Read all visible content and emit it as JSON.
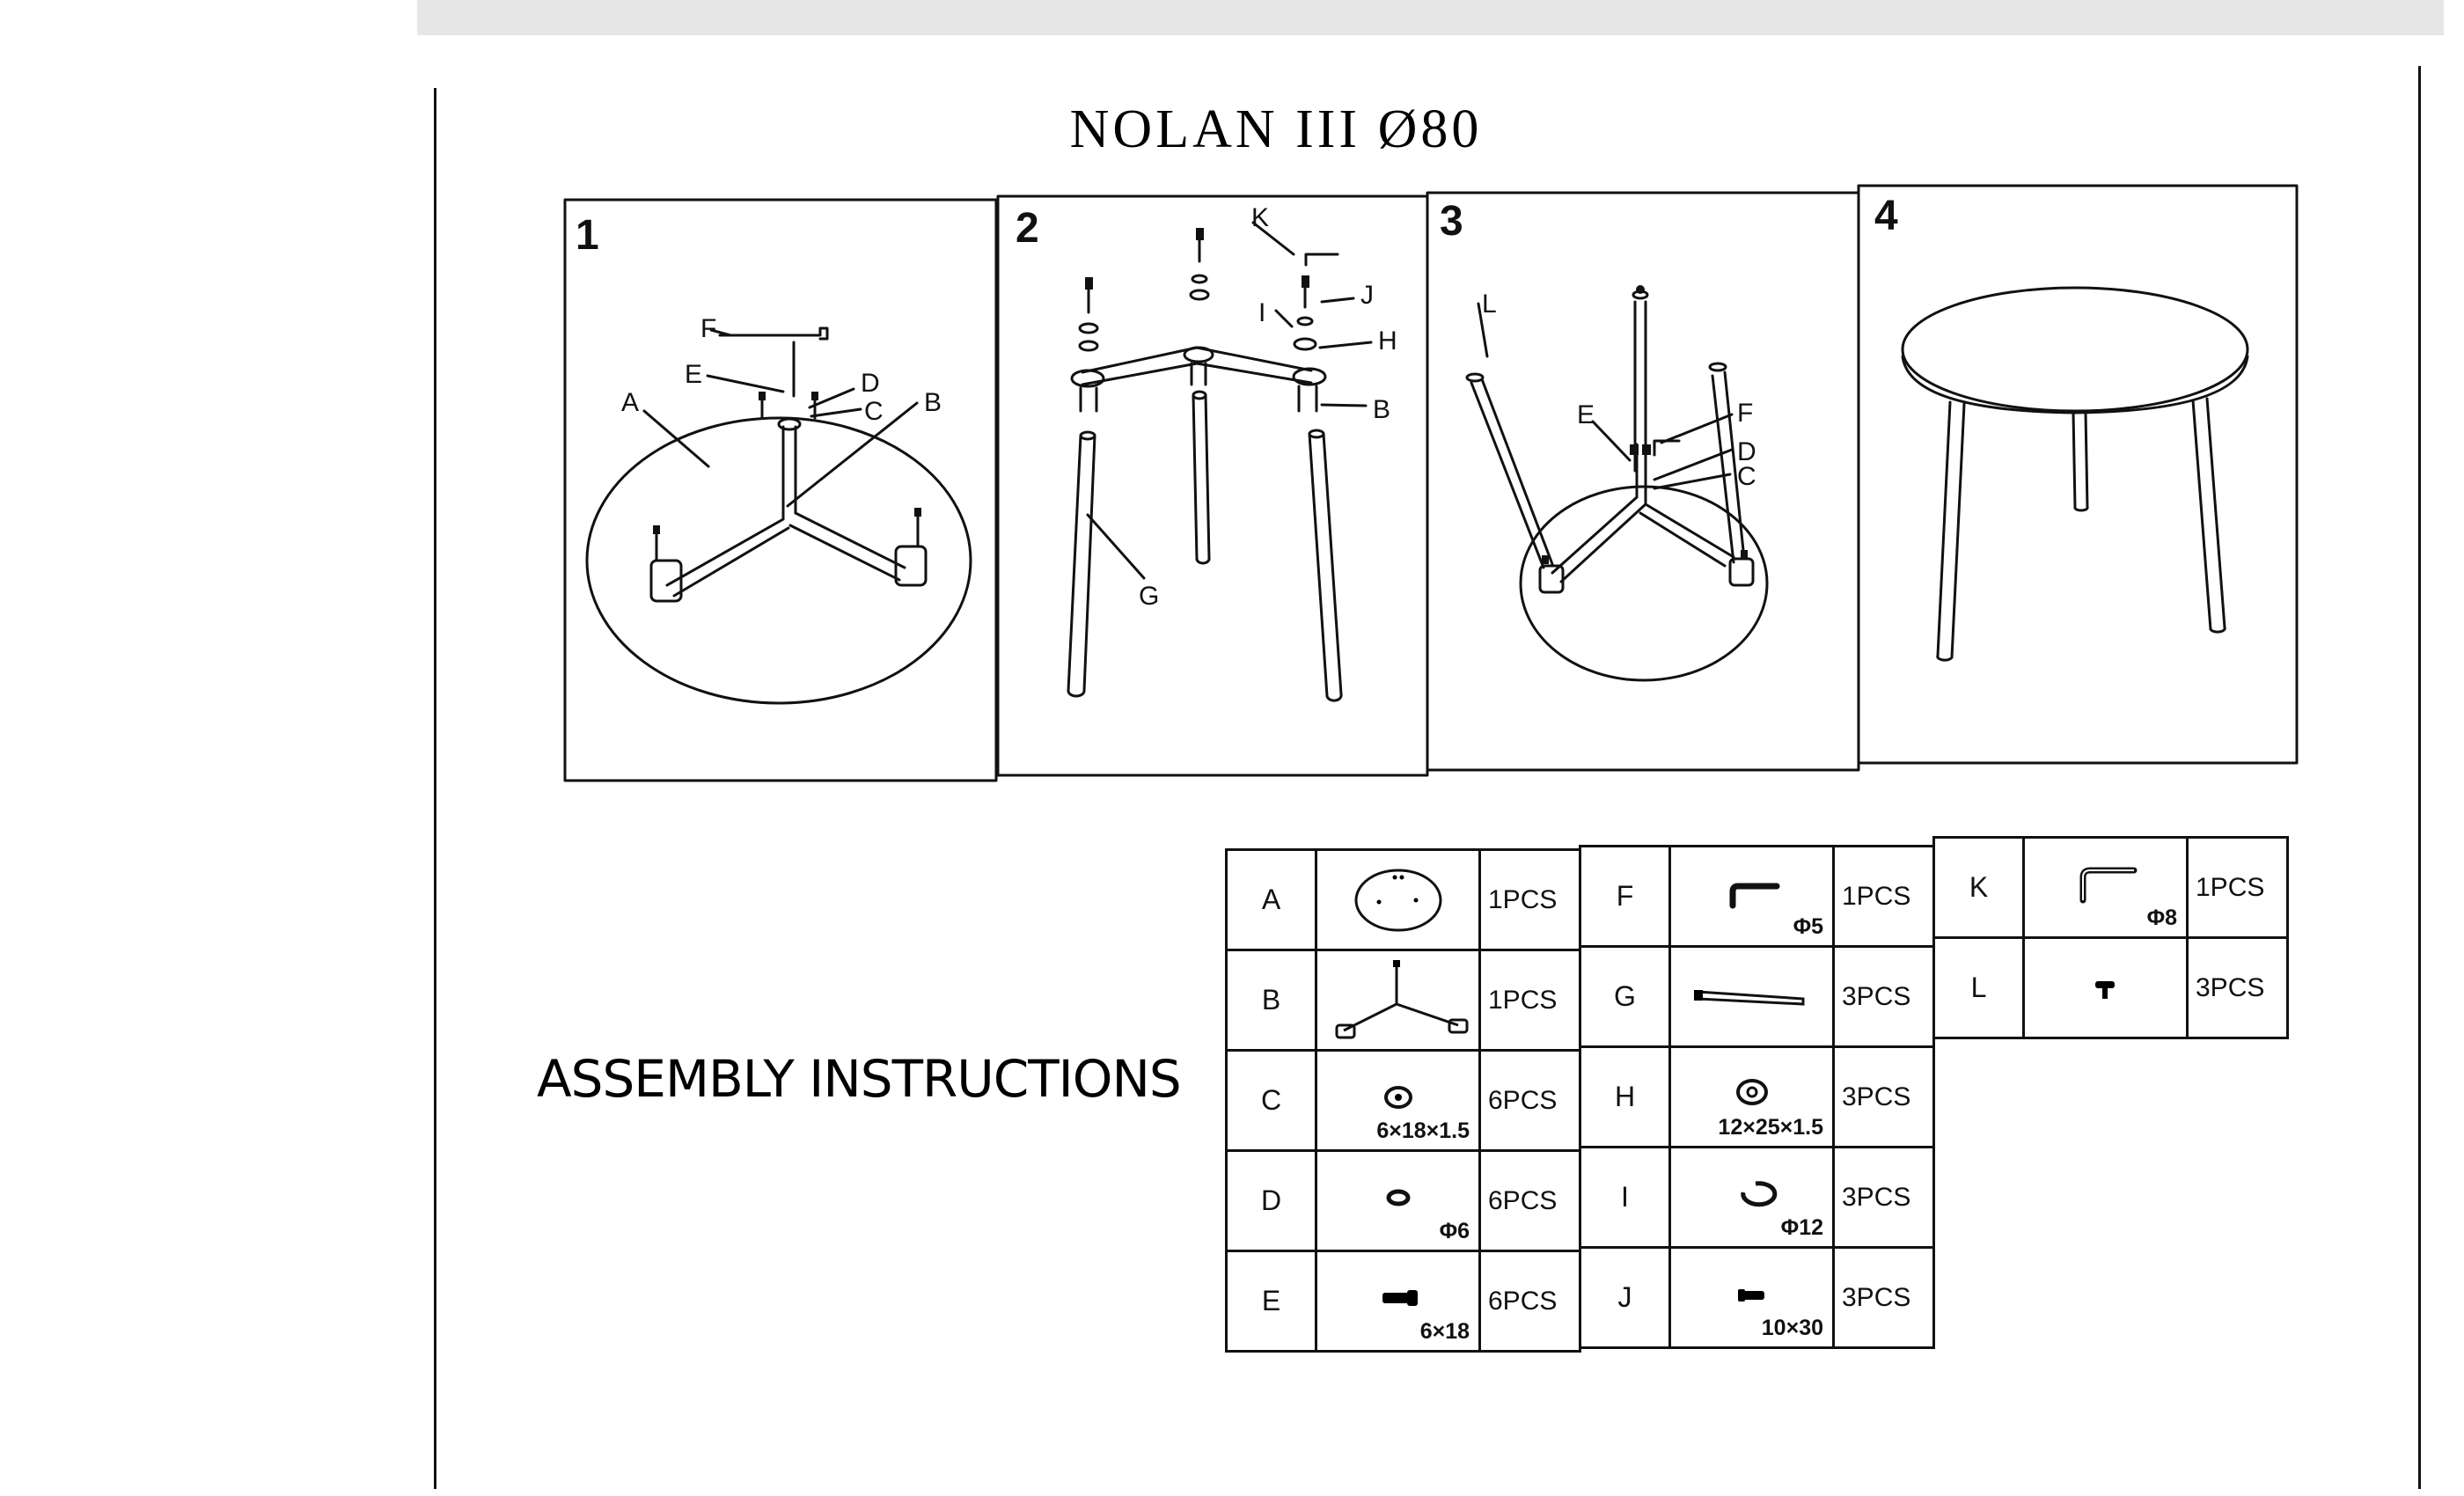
{
  "document": {
    "title": "NOLAN III Ø80",
    "subtitle": "ASSEMBLY INSTRUCTIONS"
  },
  "steps": [
    {
      "number": "1",
      "labels": [
        "F",
        "E",
        "D",
        "C",
        "B",
        "A"
      ]
    },
    {
      "number": "2",
      "labels": [
        "K",
        "J",
        "I",
        "H",
        "B",
        "G"
      ]
    },
    {
      "number": "3",
      "labels": [
        "L",
        "E",
        "F",
        "D",
        "C"
      ]
    },
    {
      "number": "4",
      "labels": []
    }
  ],
  "parts": [
    {
      "letter": "A",
      "qty": "1PCS",
      "icon": "tabletop-icon",
      "dim": ""
    },
    {
      "letter": "B",
      "qty": "1PCS",
      "icon": "base-frame-icon",
      "dim": ""
    },
    {
      "letter": "C",
      "qty": "6PCS",
      "icon": "flat-washer-icon",
      "dim": "6×18×1.5"
    },
    {
      "letter": "D",
      "qty": "6PCS",
      "icon": "spring-washer-icon",
      "dim": "Φ6"
    },
    {
      "letter": "E",
      "qty": "6PCS",
      "icon": "bolt-icon",
      "dim": "6×18"
    },
    {
      "letter": "F",
      "qty": "1PCS",
      "icon": "allen-key-icon",
      "dim": "Φ5"
    },
    {
      "letter": "G",
      "qty": "3PCS",
      "icon": "leg-icon",
      "dim": ""
    },
    {
      "letter": "H",
      "qty": "3PCS",
      "icon": "flat-washer-icon",
      "dim": "12×25×1.5"
    },
    {
      "letter": "I",
      "qty": "3PCS",
      "icon": "spring-washer-icon",
      "dim": "Φ12"
    },
    {
      "letter": "J",
      "qty": "3PCS",
      "icon": "bolt-icon",
      "dim": "10×30"
    },
    {
      "letter": "K",
      "qty": "1PCS",
      "icon": "allen-key-icon",
      "dim": "Φ8"
    },
    {
      "letter": "L",
      "qty": "3PCS",
      "icon": "foot-cap-icon",
      "dim": ""
    }
  ]
}
